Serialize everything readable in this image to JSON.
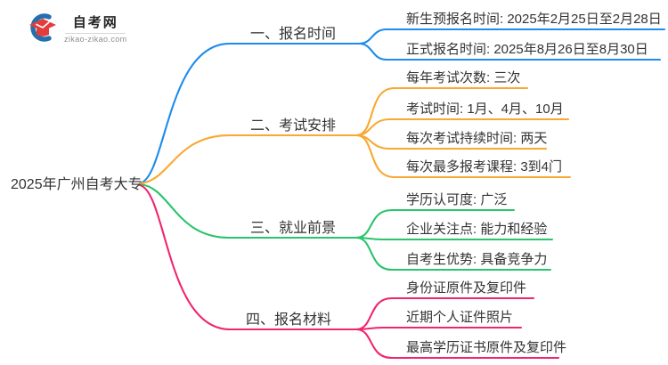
{
  "logo": {
    "title": "自考网",
    "domain": "zikao-zikao.com"
  },
  "central_topic": "2025年广州自考大专",
  "branches": [
    {
      "label": "一、报名时间",
      "color": "#1d8ceb",
      "children": [
        "新生预报名时间: 2025年2月25日至2月28日",
        "正式报名时间: 2025年8月26日至8月30日"
      ]
    },
    {
      "label": "二、考试安排",
      "color": "#f9a831",
      "children": [
        "每年考试次数: 三次",
        "考试时间: 1月、4月、10月",
        "每次考试持续时间: 两天",
        "每次最多报考课程: 3到4门"
      ]
    },
    {
      "label": "三、就业前景",
      "color": "#29c46b",
      "children": [
        "学历认可度: 广泛",
        "企业关注点: 能力和经验",
        "自考生优势: 具备竞争力"
      ]
    },
    {
      "label": "四、报名材料",
      "color": "#f1246f",
      "children": [
        "身份证原件及复印件",
        "近期个人证件照片",
        "最高学历证书原件及复印件"
      ]
    }
  ],
  "colors": {
    "blue": "#1d8ceb",
    "orange": "#f9a831",
    "green": "#29c46b",
    "pink": "#f1246f",
    "logo_blue": "#2470ad",
    "logo_red": "#e23d3c",
    "text": "#333333"
  }
}
